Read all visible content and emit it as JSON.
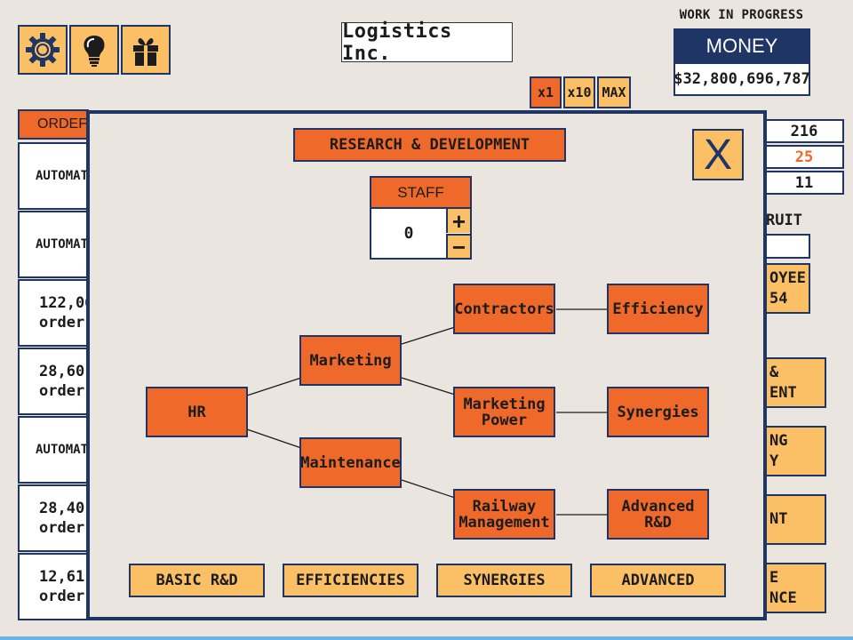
{
  "app": {
    "title": "Logistics Inc."
  },
  "toolbar": {
    "icons": [
      "gear-icon",
      "lightbulb-icon",
      "gift-icon"
    ]
  },
  "wallet": {
    "wip_label": "WORK IN PROGRESS",
    "money_label": "MONEY",
    "money_value": "$32,800,696,787"
  },
  "multipliers": [
    "x1",
    "x10",
    "MAX"
  ],
  "background_left": {
    "orders_header": "ORDEF",
    "rows": [
      {
        "line1": "AUTOMAT",
        "line2": ""
      },
      {
        "line1": "AUTOMAT",
        "line2": ""
      },
      {
        "line1": "122,06",
        "line2": "order"
      },
      {
        "line1": "28,60",
        "line2": "order"
      },
      {
        "line1": "AUTOMAT",
        "line2": ""
      },
      {
        "line1": "28,40",
        "line2": "order"
      },
      {
        "line1": "12,61",
        "line2": "order"
      }
    ]
  },
  "background_right": {
    "stats": [
      "216",
      "25",
      "11"
    ],
    "recruit_label": "RUIT",
    "buttons": [
      {
        "line1": "OYEE",
        "line2": "54"
      },
      {
        "line1": " &",
        "line2": "ENT"
      },
      {
        "line1": "NG",
        "line2": "Y"
      },
      {
        "line1": "",
        "line2": "NT"
      },
      {
        "line1": "E",
        "line2": "NCE"
      }
    ]
  },
  "modal": {
    "title": "RESEARCH & DEVELOPMENT",
    "close_label": "X",
    "staff": {
      "label": "STAFF",
      "value": "0",
      "plus": "+",
      "minus": "−"
    },
    "tree": {
      "hr": "HR",
      "marketing": "Marketing",
      "maintenance": "Maintenance",
      "contractors": "Contractors",
      "marketing_power": "Marketing\nPower",
      "railway_management": "Railway\nManagement",
      "efficiency": "Efficiency",
      "synergies": "Synergies",
      "advanced_rd": "Advanced\nR&D"
    },
    "tabs": [
      "BASIC R&D",
      "EFFICIENCIES",
      "SYNERGIES",
      "ADVANCED"
    ]
  },
  "colors": {
    "orange": "#ef6a2a",
    "yellow": "#fbbf66",
    "navy": "#1f3566",
    "highlight_stat": "#ef6a2a"
  }
}
